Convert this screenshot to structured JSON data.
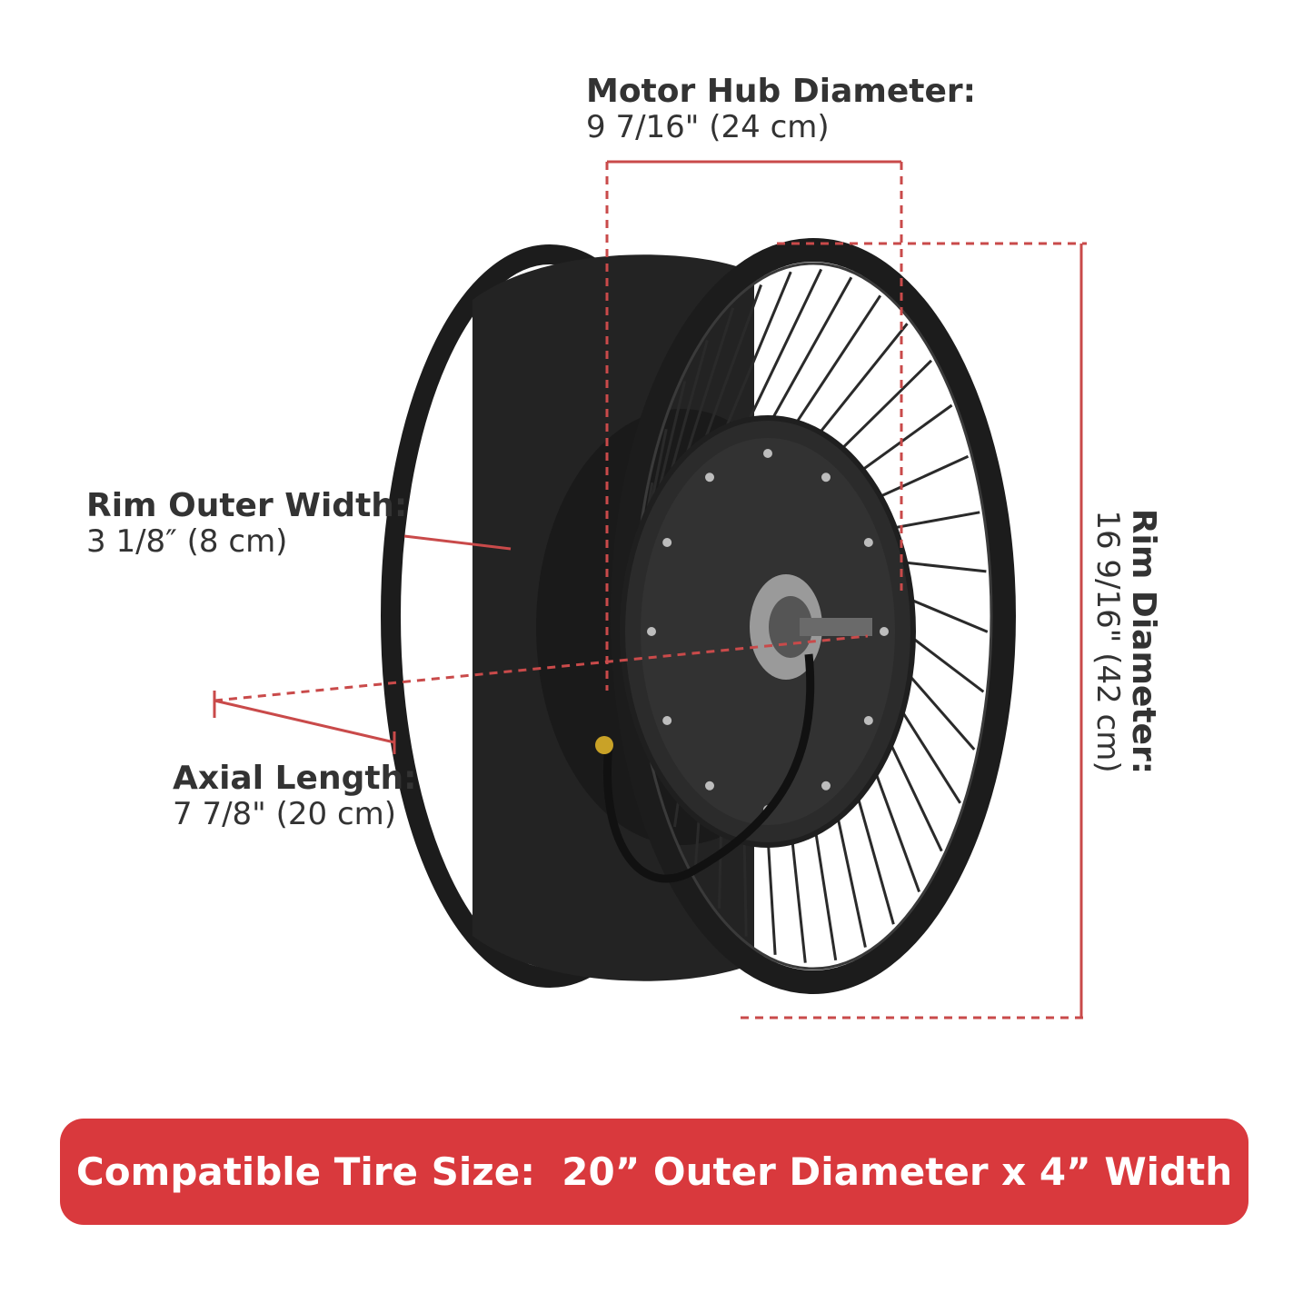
{
  "colors": {
    "accent": "#d9393d",
    "dimension_line": "#c94a4a",
    "text": "#333333",
    "wheel_dark": "#1c1c1c",
    "hub": "#2b2b2b"
  },
  "labels": {
    "motor_hub": {
      "title": "Motor Hub Diameter:",
      "value": "9 7/16\" (24 cm)"
    },
    "rim_outer_width": {
      "title": "Rim Outer Width:",
      "value": "3 1/8″ (8 cm)"
    },
    "axial_length": {
      "title": "Axial Length:",
      "value": "7 7/8\" (20 cm)"
    },
    "rim_diameter": {
      "title": "Rim Diameter:",
      "value": "16 9/16\" (42 cm)"
    }
  },
  "banner": {
    "text": "Compatible Tire Size:  20” Outer Diameter x 4” Width"
  }
}
